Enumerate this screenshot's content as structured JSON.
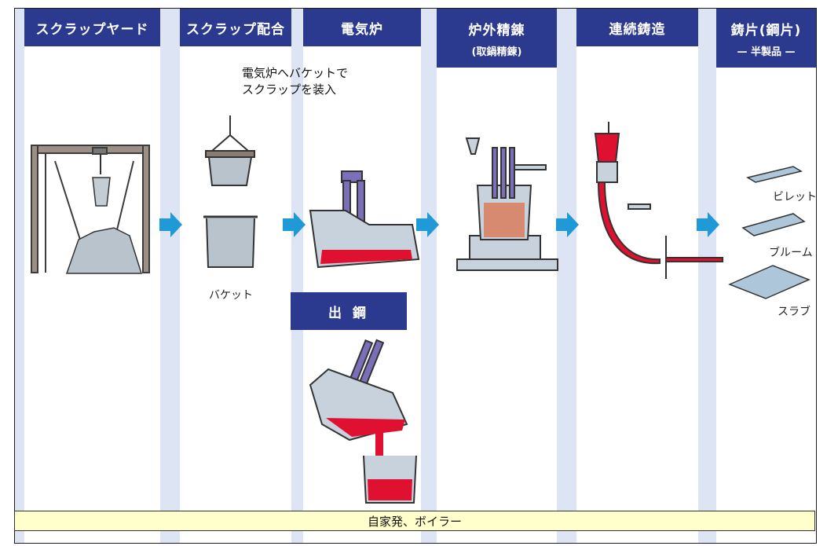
{
  "columns": [
    {
      "title": "スクラップヤード",
      "subtitle": ""
    },
    {
      "title": "スクラップ配合",
      "subtitle": ""
    },
    {
      "title": "電気炉",
      "subtitle": ""
    },
    {
      "title": "炉外精錬",
      "subtitle": "(取鍋精錬)"
    },
    {
      "title": "連続鋳造",
      "subtitle": ""
    },
    {
      "title": "鋳片(鋼片)",
      "subtitle": "— 半製品 —"
    }
  ],
  "note": {
    "line1": "電気炉へバケットで",
    "line2": "スクラップを装入"
  },
  "labels": {
    "bucket": "バケット",
    "billet": "ビレット",
    "bloom": "ブルーム",
    "slab": "スラブ"
  },
  "tapping": {
    "title": "出 鋼"
  },
  "footer": {
    "text": "自家発、ボイラー"
  },
  "colors": {
    "header_bg": "#2b3a8e",
    "arrow": "#1f9ad6",
    "molten": "#e01030",
    "electrode": "#7a6fb8",
    "footer_bg": "#ffffcc"
  }
}
